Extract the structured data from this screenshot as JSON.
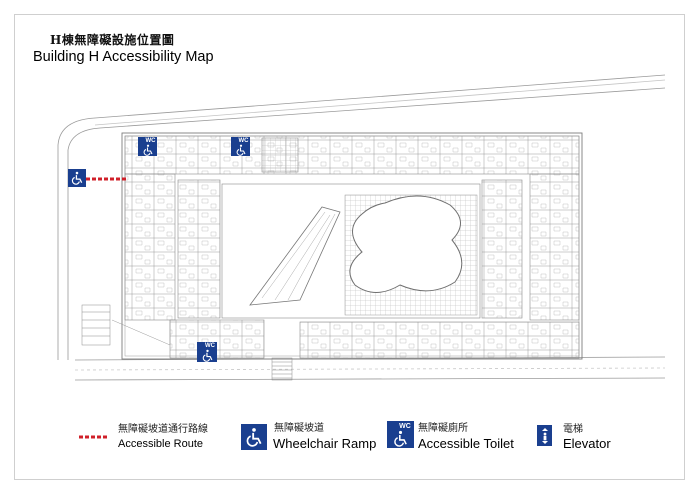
{
  "title": {
    "zh": "H棟無障礙設施位置圖",
    "en": "Building H Accessibility Map"
  },
  "legend": {
    "route": {
      "zh": "無障礙坡道通行路線",
      "en": "Accessible Route"
    },
    "ramp": {
      "zh": "無障礙坡道",
      "en": "Wheelchair Ramp",
      "icon": "wheelchair-icon"
    },
    "toilet": {
      "zh": "無障礙廁所",
      "en": "Accessible Toilet",
      "icon": "accessible-toilet-icon",
      "badge": "WC"
    },
    "elevator": {
      "zh": "電梯",
      "en": "Elevator",
      "icon": "elevator-icon"
    }
  },
  "map_markers": {
    "toilet_badge": "WC"
  },
  "colors": {
    "icon_blue": "#1a3f8f",
    "route_red": "#d0202a",
    "plan_line": "#8a8a8a"
  }
}
